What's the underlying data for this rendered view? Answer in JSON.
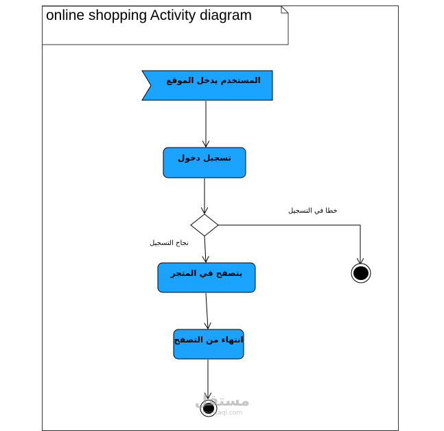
{
  "diagram": {
    "title": "online shopping Activity diagram",
    "nodes": {
      "enter_site": "المستخدم يدخل الموقع",
      "login": "تسجيل دخول",
      "browse": "يتصفح في المتجر",
      "finish": "انتهاء من التصفح"
    },
    "edges": {
      "success": "نجاح التسجيل",
      "failure": "خطا  في التسجيل"
    },
    "colors": {
      "node_fill": "#1aa3ff",
      "stroke": "#000000"
    }
  },
  "watermark": {
    "text": "مستقل",
    "sub": "mostaql.com"
  }
}
